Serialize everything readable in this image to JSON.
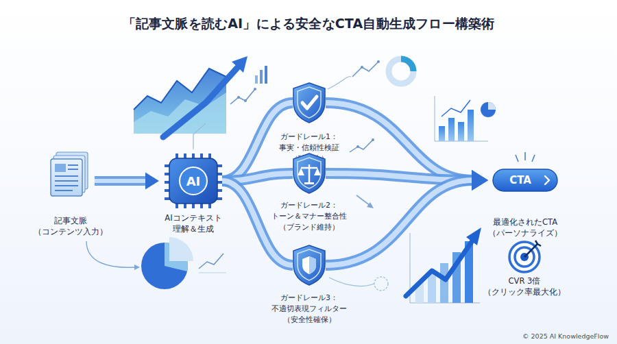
{
  "diagram": {
    "title": "「記事文脈を読むAI」による安全なCTA自動生成フロー構築術",
    "nodes": [
      {
        "text": [
          "記事文脈 （コンテンツ入力）"
        ]
      },
      {
        "text": [
          "AI",
          "AIコンテキスト 理解＆生成"
        ]
      },
      {
        "text": [
          "ガードレール1： 事実・信頼性検証 （嘘防止）"
        ]
      },
      {
        "text": [
          "ガードレール2： トーン＆マナー整合性 （ブランド維持）"
        ]
      },
      {
        "text": [
          "ガードレール3： 不適切表現フィルター （安全性確保）"
        ]
      },
      {
        "text": [
          "CTA",
          "最適化されたCTA （パーソナライズ）"
        ]
      },
      {
        "text": [
          "CVR 3倍 （クリック率最大化）"
        ]
      }
    ],
    "edges": [
      {
        "from": 0,
        "to": 1,
        "arrow": "to"
      },
      {
        "from": 1,
        "to": 2,
        "arrow": "none"
      },
      {
        "from": 1,
        "to": 3,
        "arrow": "none"
      },
      {
        "from": 1,
        "to": 4,
        "arrow": "none"
      },
      {
        "from": 2,
        "to": 5,
        "arrow": "to"
      },
      {
        "from": 3,
        "to": 5,
        "arrow": "to"
      },
      {
        "from": 4,
        "to": 5,
        "arrow": "to"
      }
    ],
    "labels": [
      "© 2025 AI KnowledgeFlow"
    ]
  }
}
